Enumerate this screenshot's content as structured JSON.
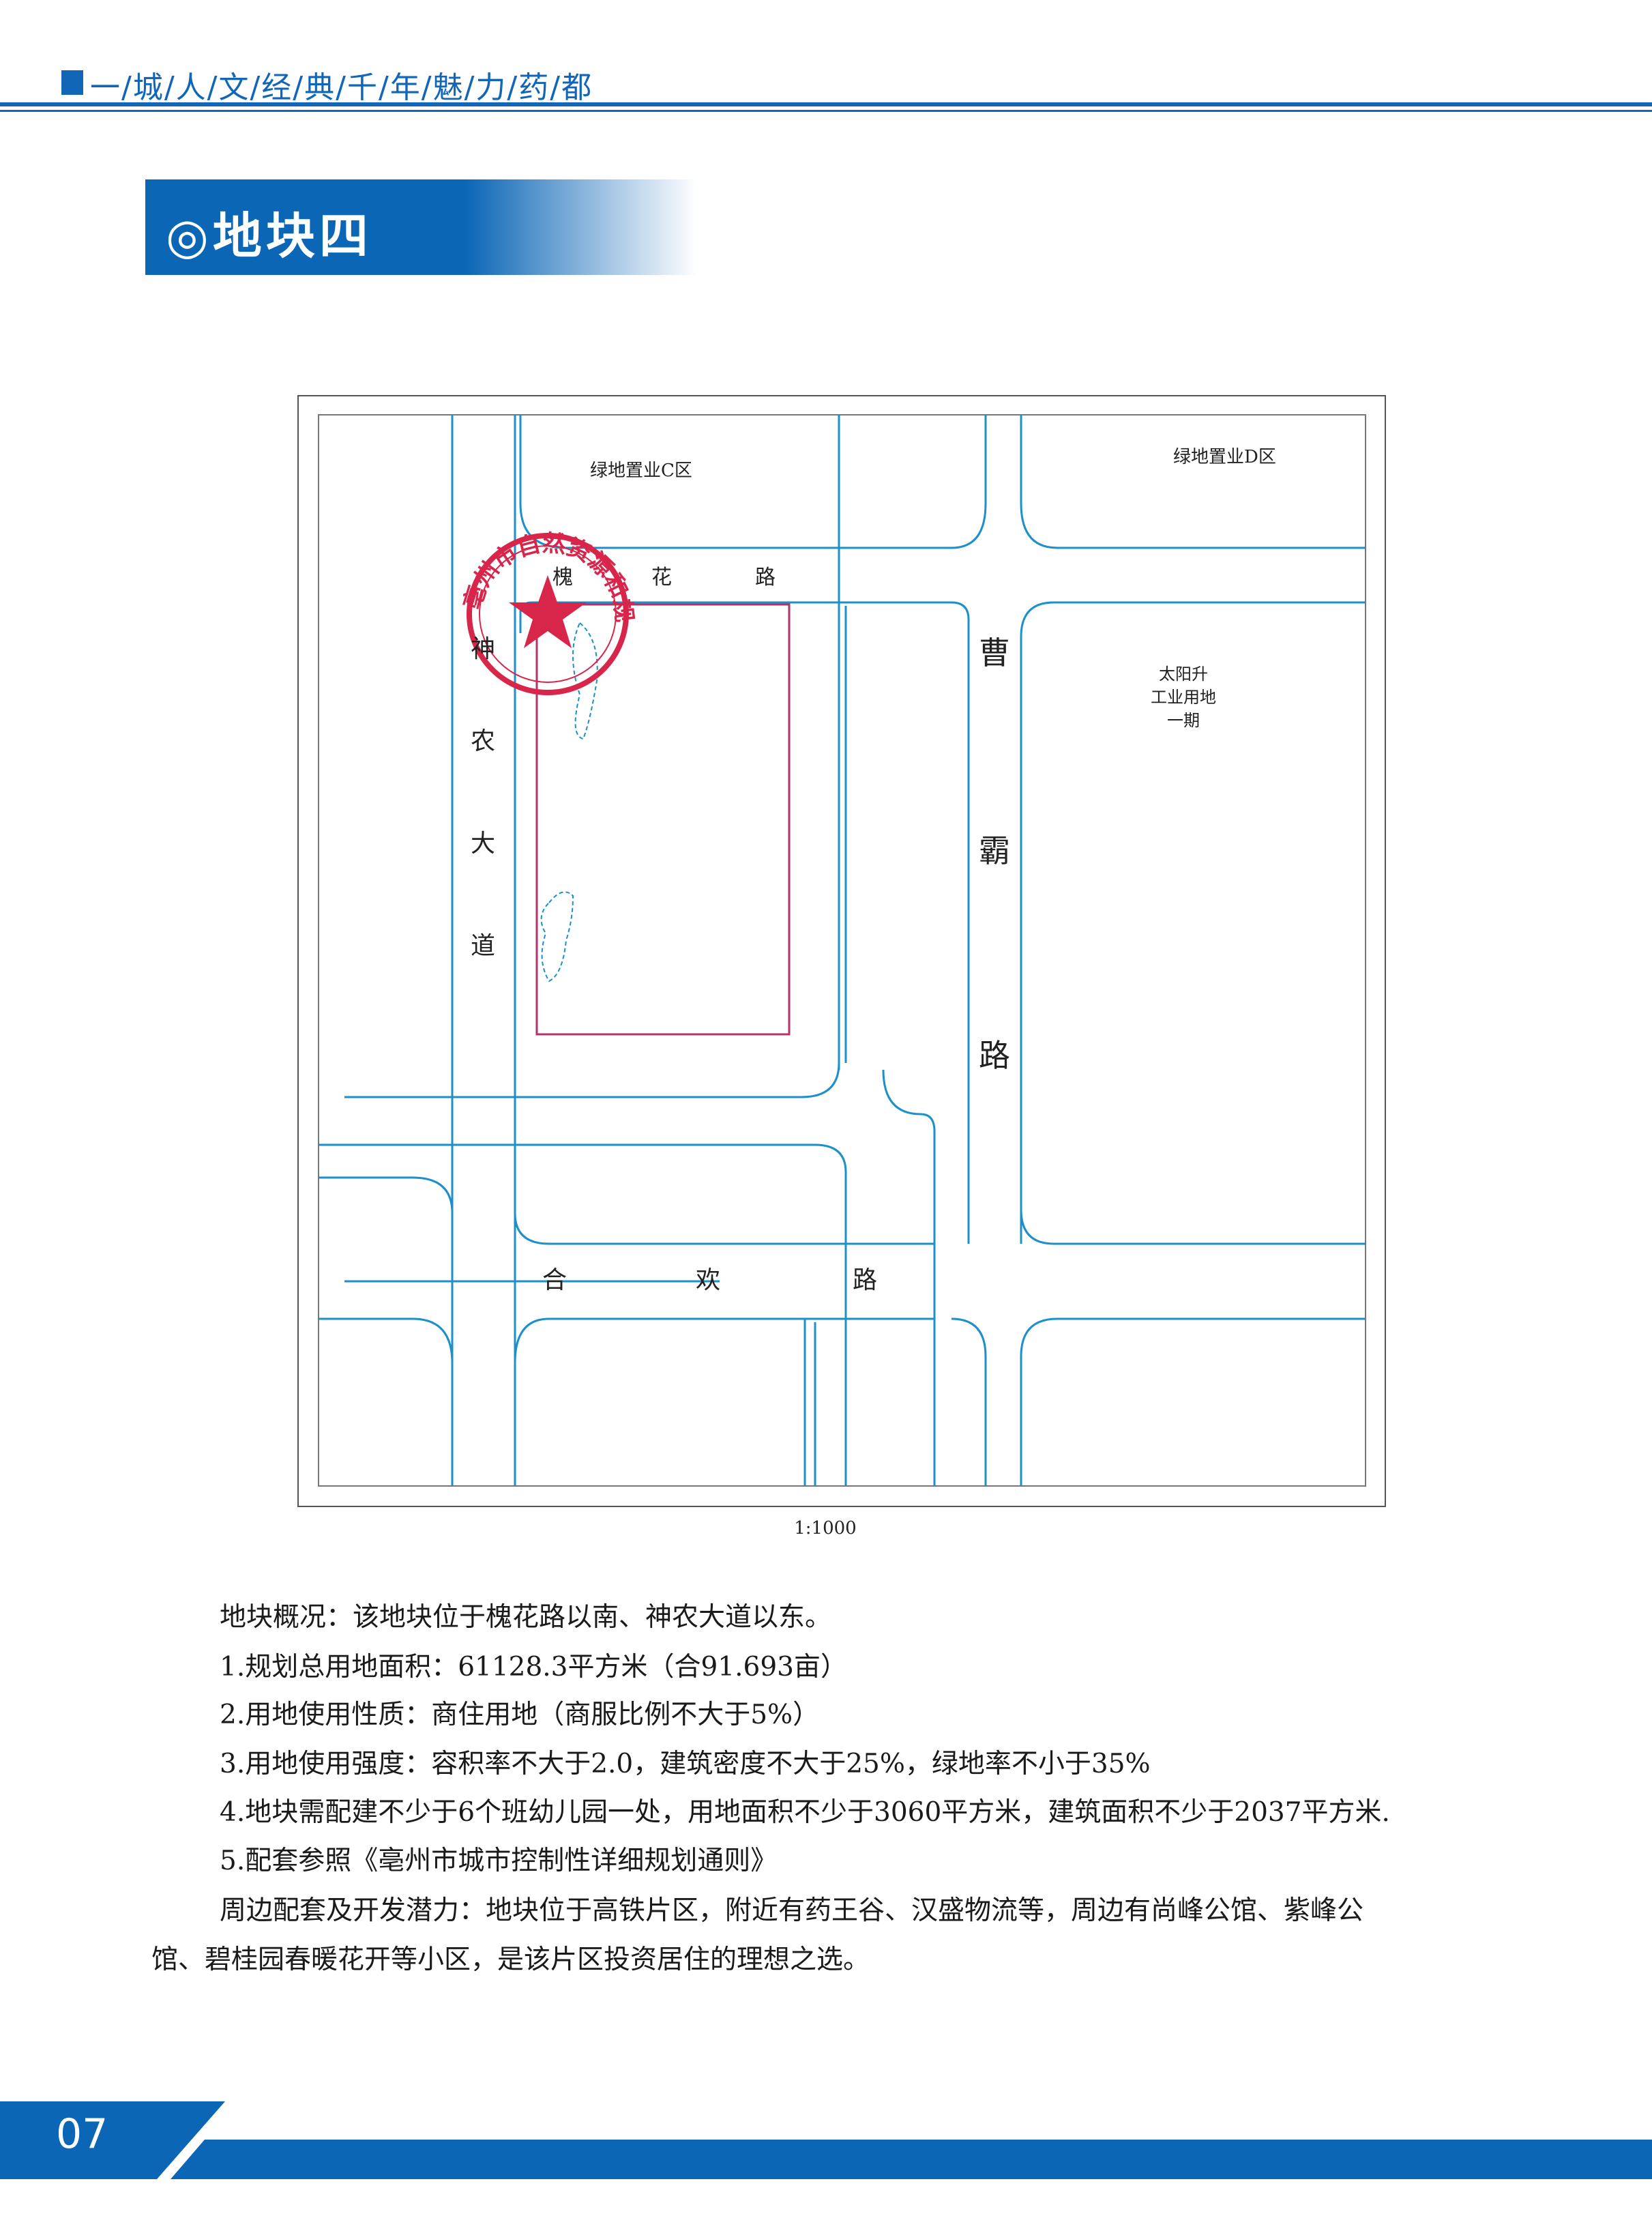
{
  "header": {
    "title": "一/城/人/文/经/典/千/年/魅/力/药/都",
    "accent_color": "#1166b8"
  },
  "section": {
    "title": "◎地块四"
  },
  "map": {
    "labels": {
      "area_c": "绿地置业C区",
      "area_d": "绿地置业D区",
      "road_huaihua": [
        "槐",
        "花",
        "路"
      ],
      "road_shennong": [
        "神",
        "农",
        "大",
        "道"
      ],
      "road_caoba": [
        "曹",
        "霸",
        "路"
      ],
      "road_hehuan": [
        "合",
        "欢",
        "路"
      ],
      "taiyangsheng": [
        "太阳升",
        "工业用地",
        "一期"
      ]
    },
    "seal_text": "亳州市自然资源和规划局",
    "scale": "1:1000",
    "road_color": "#1d8fc9",
    "plot_color": "#b0336a",
    "seal_color": "#d8254a"
  },
  "content": {
    "overview": "地块概况：该地块位于槐花路以南、神农大道以东。",
    "items": [
      "1.规划总用地面积：61128.3平方米（合91.693亩）",
      "2.用地使用性质：商住用地（商服比例不大于5%）",
      "3.用地使用强度：容积率不大于2.0，建筑密度不大于25%，绿地率不小于35%",
      "4.地块需配建不少于6个班幼儿园一处，用地面积不少于3060平方米，建筑面积不少于2037平方米.",
      "5.配套参照《亳州市城市控制性详细规划通则》"
    ],
    "potential_line1": "周边配套及开发潜力：地块位于高铁片区，附近有药王谷、汉盛物流等，周边有尚峰公馆、紫峰公",
    "potential_line2": "馆、碧桂园春暖花开等小区，是该片区投资居住的理想之选。"
  },
  "footer": {
    "page_number": "07"
  }
}
